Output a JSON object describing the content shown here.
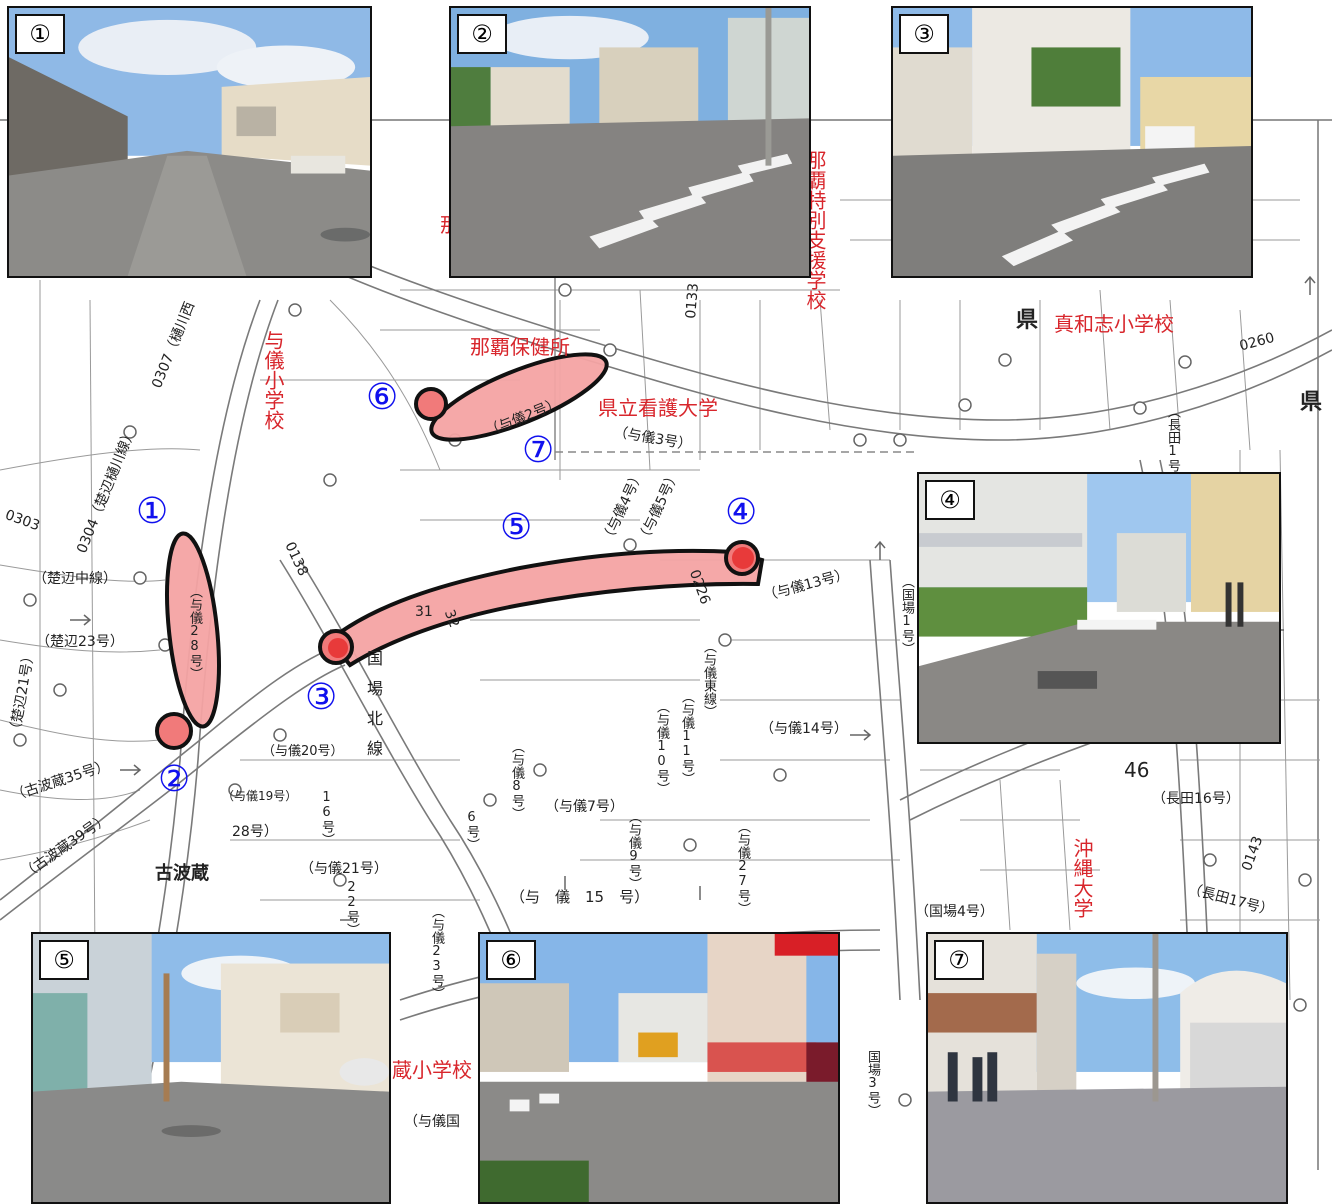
{
  "markers": {
    "m1": "①",
    "m2": "②",
    "m3": "③",
    "m4": "④",
    "m5": "⑤",
    "m6": "⑥",
    "m7": "⑦"
  },
  "photos": {
    "p1": "①",
    "p2": "②",
    "p3": "③",
    "p4": "④",
    "p5": "⑤",
    "p6": "⑥",
    "p7": "⑦"
  },
  "places": {
    "yogi_school": "与儀小学校",
    "naha_health": "那覇保健所",
    "kango": "県立看護大学",
    "mawashi_school": "真和志小学校",
    "tokubetsu": "那覇特別支援学校",
    "okinawa_univ": "沖縄大学",
    "kohagura": "古波蔵",
    "kohagura_school": "蔵小学校",
    "ken": "県",
    "ken2": "県",
    "naha_char": "那"
  },
  "roads": {
    "r0307": "0307（樋川西",
    "r0304": "0304（楚辺樋川線）",
    "r0303": "0303",
    "sobe_naka": "（楚辺中線）",
    "sobe23": "（楚辺23号）",
    "sobe21": "（楚辺21号）",
    "kohagura35": "（古波蔵35号）",
    "kohagura39": "（古波蔵39号）",
    "r0138": "0138",
    "yogi28": "（与儀28号）",
    "yogi2": "（与儀2号）",
    "yogi3": "（与儀3号）",
    "yogi4": "（与儀4号）",
    "yogi5": "（与儀5号）",
    "yogi13": "（与儀13号）",
    "yogi14": "（与儀14号）",
    "yogi_higashi": "（与儀東線）",
    "yogi11": "（与儀11号）",
    "yogi10": "（与儀10号）",
    "yogi8": "（与儀8号）",
    "yogi7": "（与儀7号）",
    "yogi9": "（与儀9号）",
    "yogi27": "（与儀27号）",
    "yogi20": "（与儀20号）",
    "yogi19": "（与儀19号）",
    "yogi16": "16号）",
    "yogi21": "（与儀21号）",
    "yogi23": "（与儀23号）",
    "yogi15": "（与　儀　15　号）",
    "kokuba_kita": "国場北線",
    "kokuba4": "（国場4号）",
    "kokuba1": "（国場1号）",
    "kokuba3": "国場3号）",
    "nagata1": "（長田1号）",
    "nagata16": "（長田16号）",
    "nagata17": "（長田17号）",
    "r0143": "0143",
    "r0260": "0260",
    "r0226": "0226",
    "r0133": "0133",
    "num46": "46",
    "r32": "32",
    "r31": "31",
    "r28": "28号）",
    "r22": "22号）",
    "yogi6": "6号）",
    "yogi_kokuba": "（与儀国"
  },
  "colors": {
    "route_fill": "#f4a3a3",
    "route_stroke": "#111111",
    "marker": "#1010ee",
    "label_red": "#d8262c"
  }
}
